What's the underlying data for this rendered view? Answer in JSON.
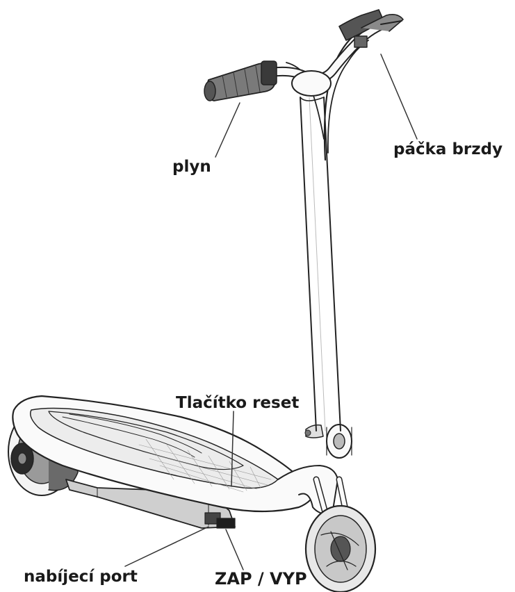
{
  "labels": {
    "throttle": "plyn",
    "brake_lever": "páčka brzdy",
    "reset_button": "Tlačítko reset",
    "charging_port": "nabíjecí port",
    "power_switch": "ZAP / VYP"
  }
}
